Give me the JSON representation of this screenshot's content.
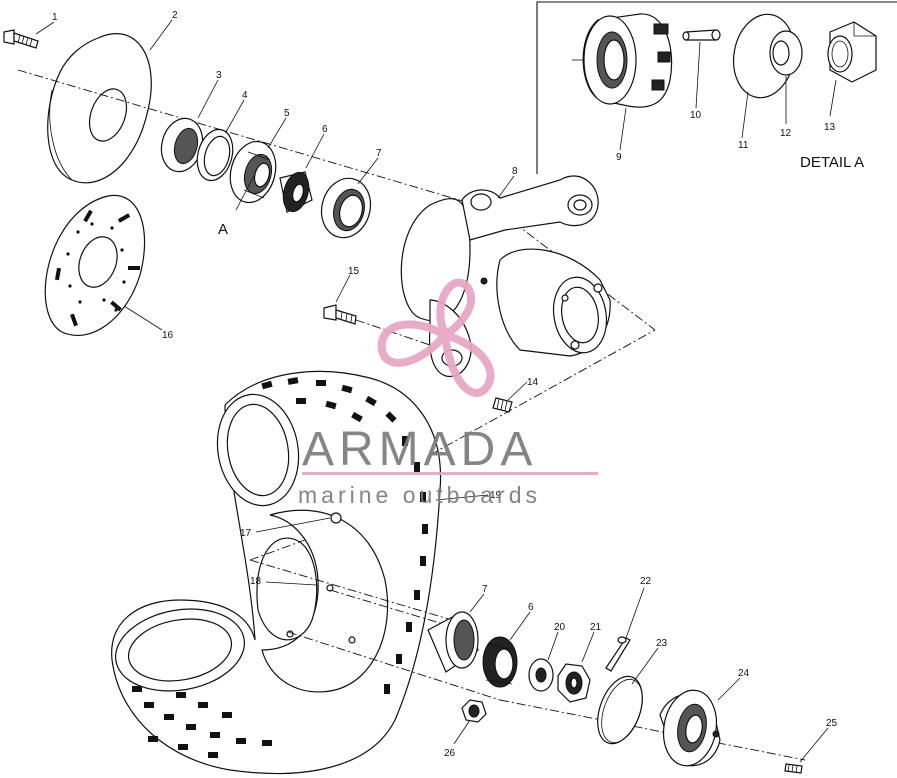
{
  "diagram": {
    "detail_caption": "DETAIL A",
    "callout_letter": "A",
    "labels": {
      "p1": "1",
      "p2": "2",
      "p3": "3",
      "p4": "4",
      "p5": "5",
      "p6": "6",
      "p7": "7",
      "p8": "8",
      "p9": "9",
      "p10": "10",
      "p11": "11",
      "p12": "12",
      "p13": "13",
      "p14": "14",
      "p15": "15",
      "p16": "16",
      "p17": "17",
      "p18": "18",
      "p19": "19",
      "p6b": "6",
      "p7b": "7",
      "p20": "20",
      "p21": "21",
      "p22": "22",
      "p23": "23",
      "p24": "24",
      "p25": "25",
      "p26": "26"
    }
  },
  "watermark": {
    "brand": "ARMADA",
    "tagline": "marine outboards",
    "brand_color": "#e7a6c4",
    "text_color": "#7b7b7b"
  }
}
